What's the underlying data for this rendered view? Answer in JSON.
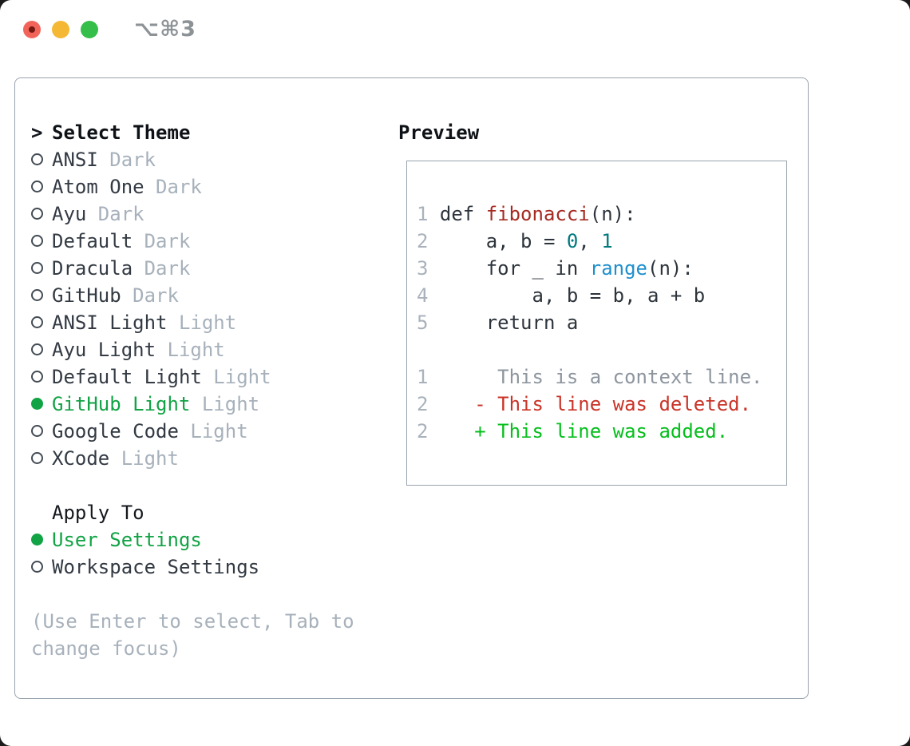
{
  "window": {
    "title": "⌥⌘3"
  },
  "theme_panel": {
    "header_prefix": ">",
    "header": "Select Theme",
    "themes": [
      {
        "name": "ANSI",
        "variant": "Dark",
        "selected": false
      },
      {
        "name": "Atom One",
        "variant": "Dark",
        "selected": false
      },
      {
        "name": "Ayu",
        "variant": "Dark",
        "selected": false
      },
      {
        "name": "Default",
        "variant": "Dark",
        "selected": false
      },
      {
        "name": "Dracula",
        "variant": "Dark",
        "selected": false
      },
      {
        "name": "GitHub",
        "variant": "Dark",
        "selected": false
      },
      {
        "name": "ANSI Light",
        "variant": "Light",
        "selected": false
      },
      {
        "name": "Ayu Light",
        "variant": "Light",
        "selected": false
      },
      {
        "name": "Default Light",
        "variant": "Light",
        "selected": false
      },
      {
        "name": "GitHub Light",
        "variant": "Light",
        "selected": true
      },
      {
        "name": "Google Code",
        "variant": "Light",
        "selected": false
      },
      {
        "name": "XCode",
        "variant": "Light",
        "selected": false
      }
    ],
    "apply_to": {
      "header": "Apply To",
      "options": [
        {
          "label": "User Settings",
          "selected": true
        },
        {
          "label": "Workspace Settings",
          "selected": false
        }
      ]
    },
    "help_text": "(Use Enter to select, Tab to change focus)"
  },
  "preview": {
    "header": "Preview",
    "code_lines": [
      {
        "num": "1",
        "tokens": [
          {
            "t": "def ",
            "c": "code"
          },
          {
            "t": "fibonacci",
            "c": "func"
          },
          {
            "t": "(n):",
            "c": "code"
          }
        ]
      },
      {
        "num": "2",
        "tokens": [
          {
            "t": "    a, b = ",
            "c": "code"
          },
          {
            "t": "0",
            "c": "num"
          },
          {
            "t": ", ",
            "c": "code"
          },
          {
            "t": "1",
            "c": "num"
          }
        ]
      },
      {
        "num": "3",
        "tokens": [
          {
            "t": "    for _ in ",
            "c": "code"
          },
          {
            "t": "range",
            "c": "builtin"
          },
          {
            "t": "(n):",
            "c": "code"
          }
        ]
      },
      {
        "num": "4",
        "tokens": [
          {
            "t": "        a, b = b, a + b",
            "c": "code"
          }
        ]
      },
      {
        "num": "5",
        "tokens": [
          {
            "t": "    return a",
            "c": "code"
          }
        ]
      }
    ],
    "diff_lines": [
      {
        "num": "1",
        "kind": "context",
        "text": "     This is a context line."
      },
      {
        "num": "2",
        "kind": "deleted",
        "text": "   - This line was deleted."
      },
      {
        "num": "2",
        "kind": "added",
        "text": "   + This line was added."
      }
    ]
  },
  "colors": {
    "selected_green": "#12a345",
    "added_green": "#06bf1d",
    "deleted_red": "#ca3327",
    "function_red": "#a62a22",
    "number_teal": "#00797d",
    "builtin_blue": "#1e8fcd",
    "border_gray": "#99a3ae",
    "muted_gray": "#a7b1bb",
    "traffic_red": "#f2645a",
    "traffic_yellow": "#f4b835",
    "traffic_green": "#35bf4a"
  }
}
